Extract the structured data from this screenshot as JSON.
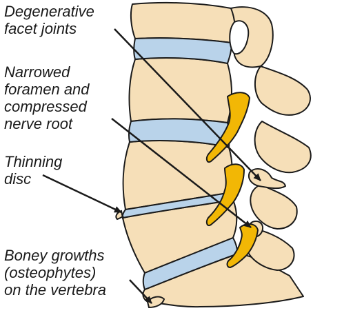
{
  "labels": {
    "facet": [
      "Degenerative",
      "facet joints"
    ],
    "foramen": [
      "Narrowed",
      "foramen and",
      "compressed",
      "nerve root"
    ],
    "disc": [
      "Thinning",
      "disc"
    ],
    "osteophytes": [
      "Boney growths",
      "(osteophytes)",
      "on the vertebra"
    ]
  },
  "colors": {
    "bone": "#f6dfb8",
    "bone_outline": "#1a1a1a",
    "disc": "#b9d3ea",
    "nerve": "#f2b705",
    "arrow": "#1a1a1a"
  }
}
